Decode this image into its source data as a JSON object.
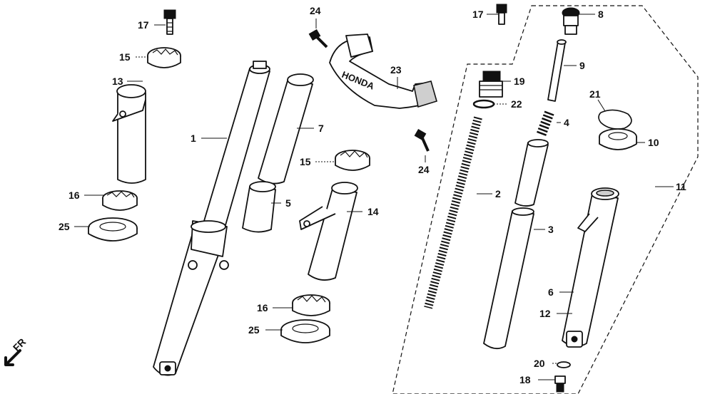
{
  "labels": {
    "l1": "1",
    "l2": "2",
    "l3": "3",
    "l4": "4",
    "l5": "5",
    "l6": "6",
    "l7": "7",
    "l8": "8",
    "l9": "9",
    "l10": "10",
    "l11": "11",
    "l12": "12",
    "l13": "13",
    "l14": "14",
    "l15a": "15",
    "l15b": "15",
    "l16a": "16",
    "l16b": "16",
    "l17a": "17",
    "l17b": "17",
    "l18": "18",
    "l19": "19",
    "l20": "20",
    "l21": "21",
    "l22": "22",
    "l23": "23",
    "l24a": "24",
    "l24b": "24",
    "l25a": "25",
    "l25b": "25"
  },
  "direction": {
    "text": "FR"
  },
  "brand": {
    "text": "HONDA"
  },
  "colors": {
    "ink": "#111111",
    "paper": "#ffffff",
    "shade": "#cfcfcf"
  }
}
